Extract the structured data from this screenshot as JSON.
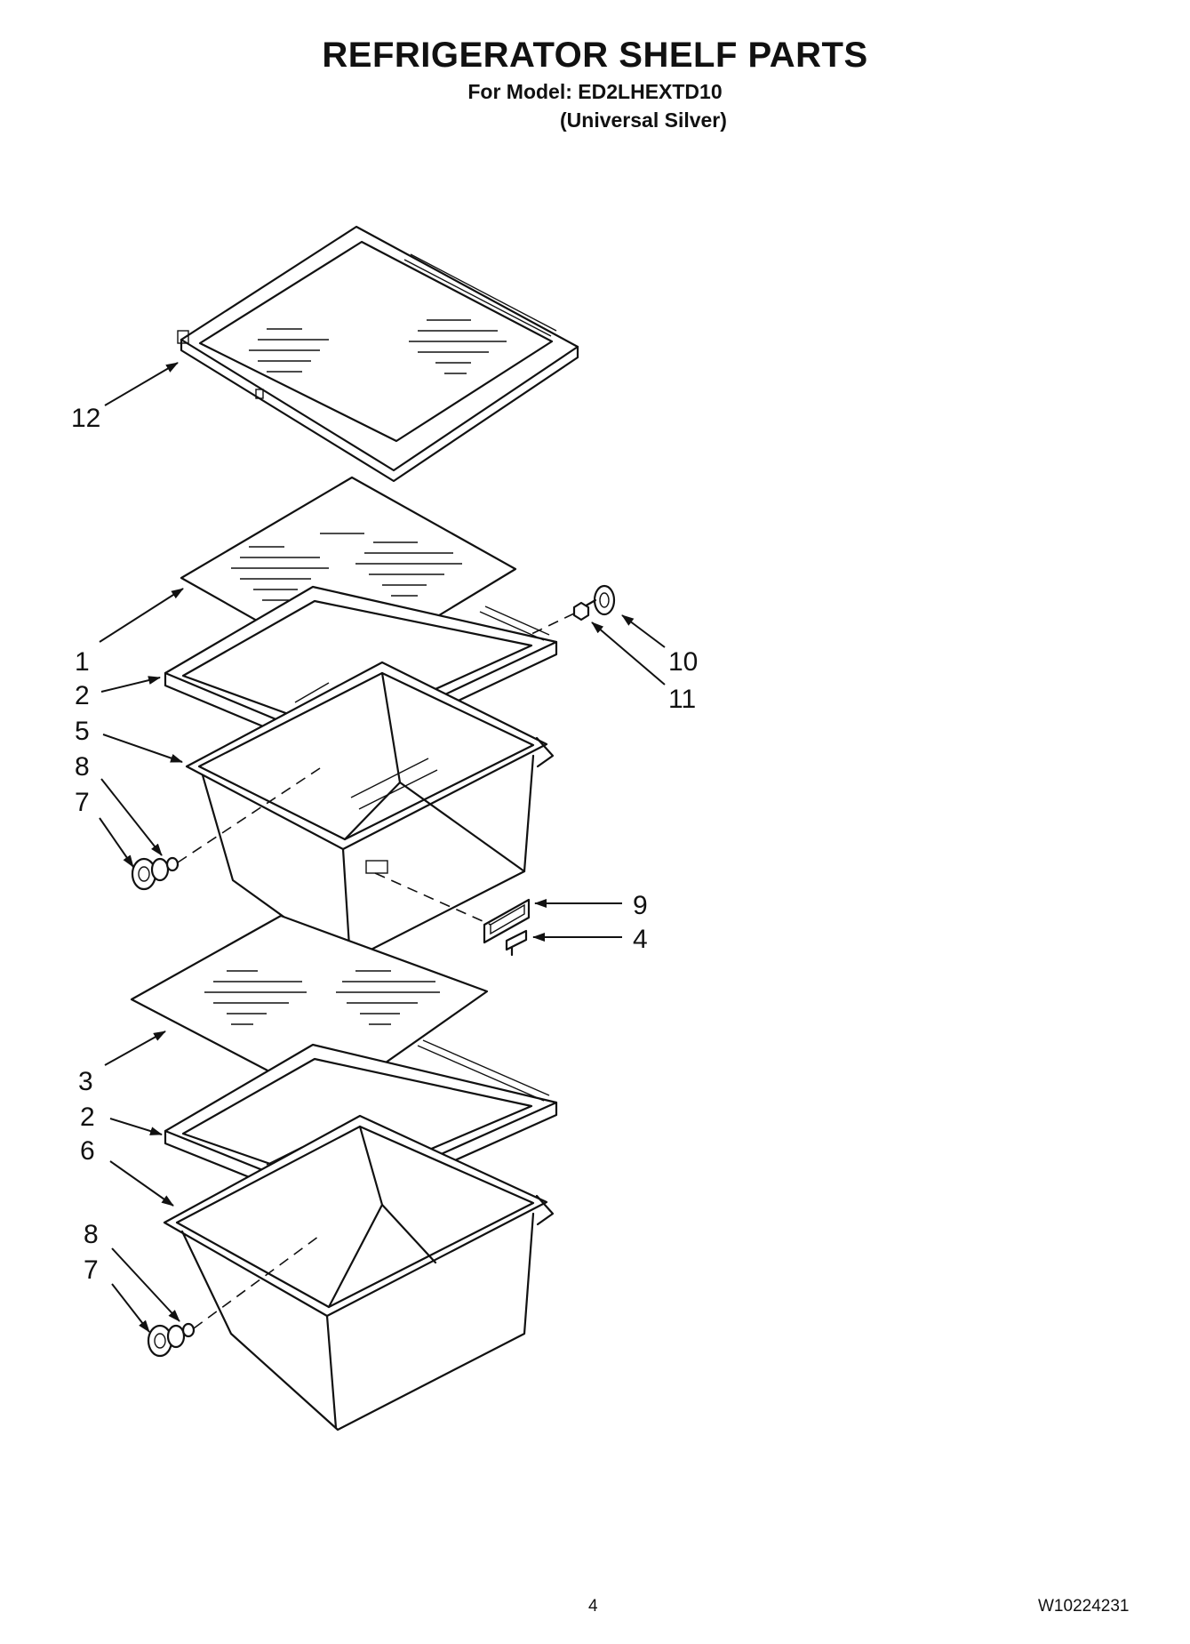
{
  "header": {
    "title": "REFRIGERATOR SHELF PARTS",
    "model_line": "For Model: ED2LHEXTD10",
    "finish_line": "(Universal Silver)"
  },
  "callouts": {
    "c12": "12",
    "c1": "1",
    "c2a": "2",
    "c5": "5",
    "c8a": "8",
    "c7a": "7",
    "c10": "10",
    "c11": "11",
    "c9": "9",
    "c4": "4",
    "c3": "3",
    "c2b": "2",
    "c6": "6",
    "c8b": "8",
    "c7b": "7"
  },
  "footer": {
    "page_number": "4",
    "doc_number": "W10224231"
  }
}
